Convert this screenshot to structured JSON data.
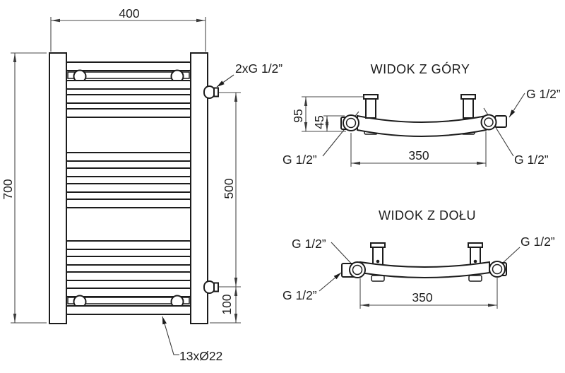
{
  "front_view": {
    "width_dim": "400",
    "height_dim": "700",
    "upper_connection_span_dim": "500",
    "lower_connection_span_dim": "100",
    "connections_label": "2xG 1/2”",
    "tubes_label": "13xØ22"
  },
  "top_view": {
    "title": "WIDOK Z GÓRY",
    "depth_dim": "95",
    "offset_dim": "45",
    "connection_spacing_dim": "350",
    "thread_label_top_right": "G 1/2”",
    "thread_label_bottom_left": "G 1/2”",
    "thread_label_bottom_right": "G 1/2”"
  },
  "bottom_view": {
    "title": "WIDOK Z DOŁU",
    "connection_spacing_dim": "350",
    "thread_label_top_left": "G 1/2”",
    "thread_label_top_right": "G 1/2”",
    "thread_label_bottom_left": "G 1/2”"
  },
  "colors": {
    "outline": "#1c1c1c",
    "dimension": "#4a4a4a",
    "background": "#ffffff"
  }
}
